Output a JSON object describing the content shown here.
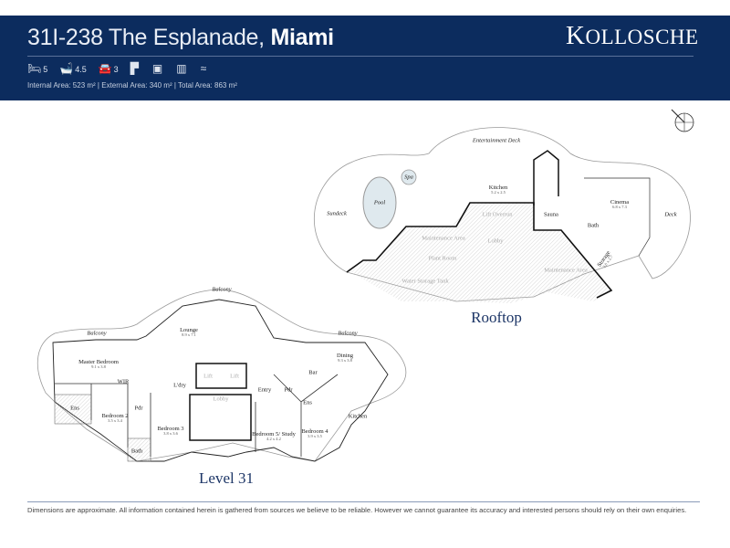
{
  "header": {
    "title_main": "31I-238 The Esplanade, ",
    "title_city": "Miami",
    "brand": "Kollosche",
    "features": [
      {
        "icon": "bed-icon",
        "value": "5"
      },
      {
        "icon": "bath-icon",
        "value": "4.5"
      },
      {
        "icon": "car-icon",
        "value": "3"
      },
      {
        "icon": "study-icon",
        "value": ""
      },
      {
        "icon": "media-icon",
        "value": ""
      },
      {
        "icon": "storage-icon",
        "value": ""
      },
      {
        "icon": "pool-icon",
        "value": ""
      }
    ],
    "areas": "Internal Area:  523 m² | External Area: 340 m²  |  Total Area: 863 m²"
  },
  "rooftop": {
    "title": "Rooftop",
    "rooms": [
      "Entertainment Deck",
      "Spa",
      "Pool",
      "Sundeck",
      "Kitchen",
      "Lift Overrun",
      "Sauna",
      "Cinema",
      "Deck",
      "Bath",
      "Maintenance Area",
      "Lobby",
      "Plant Room",
      "Water Storage Tank",
      "Maintenance Area",
      "Storage"
    ],
    "dims": {
      "kitchen": "5.2 x 2.5",
      "cinema": "6.8 x 7.3",
      "storage": "3.0 x 2.7"
    }
  },
  "level31": {
    "title": "Level 31",
    "rooms": [
      "Balcony",
      "Lounge",
      "Balcony",
      "Balcony",
      "Dining",
      "Master Bedroom",
      "WIR",
      "Bar",
      "L'dry",
      "Lift",
      "Lift",
      "Lobby",
      "Entry",
      "Pdr",
      "Pdr",
      "Ens",
      "Ens",
      "Bedroom 2",
      "Bedroom 3",
      "Kitchen",
      "Bedroom 5/ Study",
      "Bedroom 4",
      "Bath"
    ],
    "dims": {
      "lounge": "8.9 x 7.1",
      "dining": "9.3 x 3.8",
      "master": "9.1 x 3.8",
      "bed2": "3.5 x 3.4",
      "bed3": "3.8 x 3.6",
      "bed5": "4.2 x 4.2",
      "bed4": "3.9 x 3.5"
    }
  },
  "footer": "Dimensions are approximate.  All information contained herein is gathered from sources we believe to be reliable.  However we cannot guarantee its accuracy and interested persons should rely on their own enquiries.",
  "colors": {
    "header": "#0c2c5e",
    "level_title": "#1c3566"
  }
}
